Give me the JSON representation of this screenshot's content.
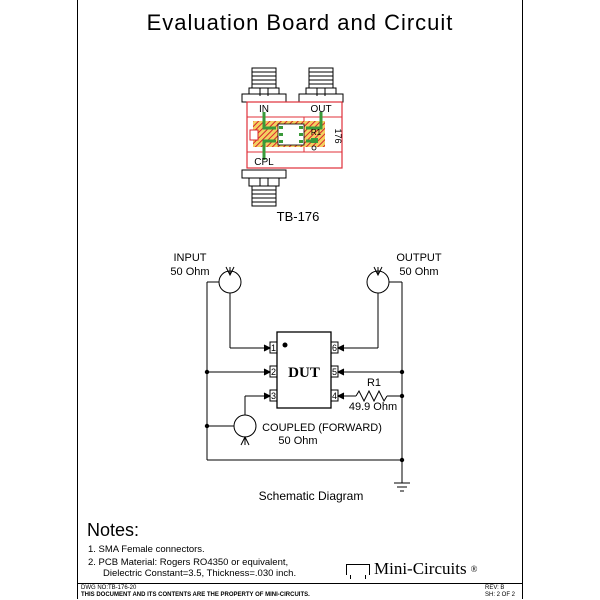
{
  "title": "Evaluation Board and Circuit",
  "board": {
    "port_in": "IN",
    "port_out": "OUT",
    "port_cpl": "CPL",
    "r1_label": "R1",
    "board_mark": "176",
    "name": "TB-176"
  },
  "schematic": {
    "input_label": "INPUT",
    "input_ohm": "50 Ohm",
    "output_label": "OUTPUT",
    "output_ohm": "50 Ohm",
    "coupled_label": "COUPLED (FORWARD)",
    "coupled_ohm": "50 Ohm",
    "dut_label": "DUT",
    "pins": [
      "1",
      "2",
      "3",
      "4",
      "5",
      "6"
    ],
    "r1_label": "R1",
    "r1_value": "49.9 Ohm",
    "caption": "Schematic Diagram"
  },
  "notes": {
    "heading": "Notes:",
    "items": [
      "1. SMA Female connectors.",
      "2. PCB Material: Rogers RO4350 or equivalent,",
      "Dielectric Constant=3.5, Thickness=.030 inch."
    ]
  },
  "brand": {
    "name": "Mini-Circuits",
    "reg": "®"
  },
  "footer": {
    "dwg": "DWG NO:TB-176-20",
    "disclaimer": "THIS DOCUMENT AND ITS CONTENTS ARE THE PROPERTY OF MINI-CIRCUITS.",
    "rev": "REV: B",
    "sheet": "SH: 2 OF 2"
  },
  "colors": {
    "board_outline": "#e0303a",
    "trace_green": "#3a9a3a",
    "hatch_red": "#d8262c",
    "pad_yellow": "#e8d23a"
  }
}
